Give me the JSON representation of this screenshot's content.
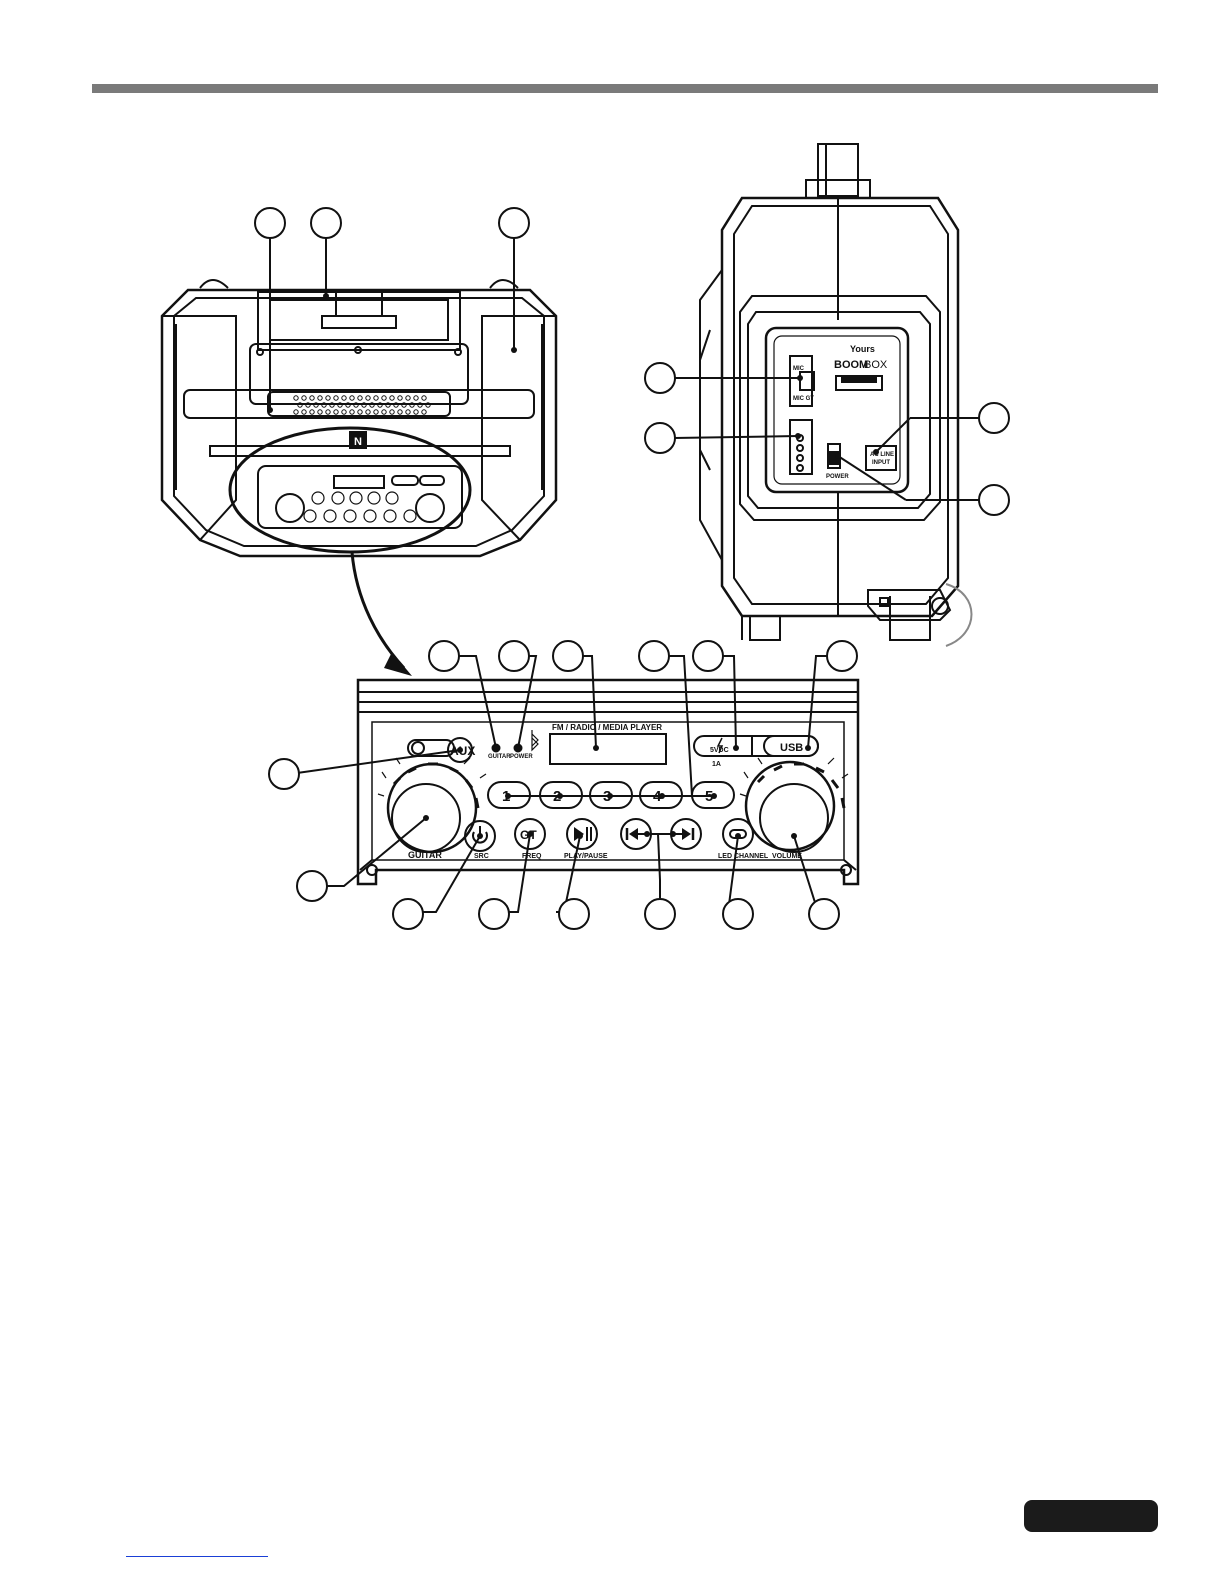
{
  "header": {
    "rule_color": "#7a7a7a"
  },
  "rear_panel": {
    "brand": "Yours",
    "model_a": "BOOM",
    "model_b": "BOX",
    "mic_label": "MIC",
    "mic_gt_label": "MIC GT",
    "ac_label_1": "AC LINE",
    "ac_label_2": "INPUT",
    "power_label": "POWER"
  },
  "control_panel": {
    "display_title": "FM / RADIO / MEDIA PLAYER",
    "guitar_led": "GUITAR",
    "power_led": "POWER",
    "aux": "AUX",
    "dc_in_1": "5VDC",
    "dc_in_2": "1A",
    "usb": "USB",
    "presets": [
      "1",
      "2",
      "3",
      "4",
      "5"
    ],
    "knob_left": "GUITAR",
    "knob_right": "VOLUME",
    "btn_src": "SRC",
    "btn_gt": "GT",
    "btn_freq": "FREQ",
    "btn_play": "PLAY/PAUSE",
    "btn_led": "LED CHANNEL"
  },
  "footer": {
    "tab_color": "#1b1b1b",
    "link_color": "#1a3fd6"
  }
}
